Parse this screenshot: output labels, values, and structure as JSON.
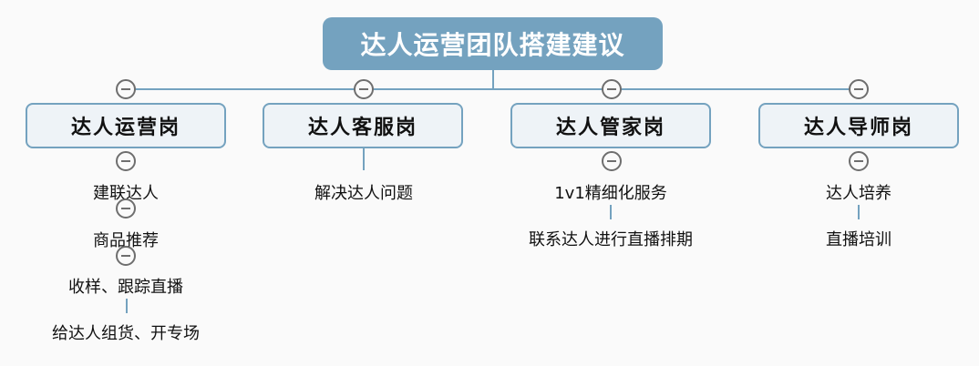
{
  "root": {
    "title": "达人运营团队搭建建议"
  },
  "branches": [
    {
      "label": "达人运营岗",
      "children": [
        "建联达人",
        "商品推荐",
        "收样、跟踪直播",
        "给达人组货、开专场"
      ]
    },
    {
      "label": "达人客服岗",
      "children": [
        "解决达人问题"
      ]
    },
    {
      "label": "达人管家岗",
      "children": [
        "1v1精细化服务",
        "联系达人进行直播排期"
      ]
    },
    {
      "label": "达人导师岗",
      "children": [
        "达人培养",
        "直播培训"
      ]
    }
  ],
  "colors": {
    "accent": "#74a2bf",
    "node_fill": "#eef3f7",
    "collapse_icon": "#6e6e6e",
    "background": "#fafafa"
  }
}
